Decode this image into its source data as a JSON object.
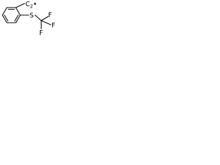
{
  "molecule": {
    "atoms": {
      "ch2": {
        "element": "C",
        "hydrogens": "2",
        "radical": "•"
      },
      "sulfur": {
        "symbol": "S"
      },
      "fluorine_top": {
        "symbol": "F"
      },
      "fluorine_right": {
        "symbol": "F"
      },
      "fluorine_bottom": {
        "symbol": "F"
      }
    }
  },
  "colors": {
    "ink": "#000000",
    "background": "#ffffff"
  }
}
